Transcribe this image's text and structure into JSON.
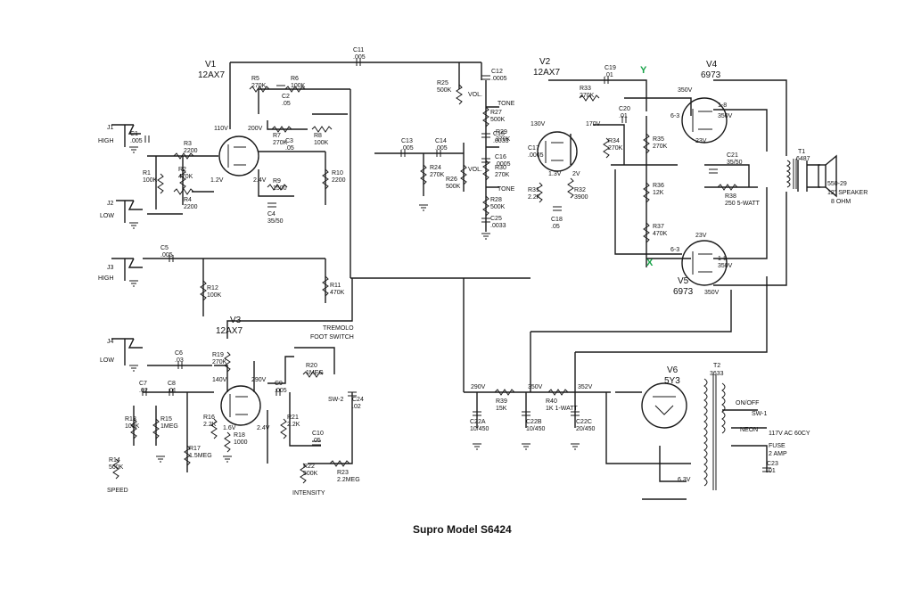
{
  "diagram": {
    "caption": "Supro Model S6424",
    "tubes": [
      {
        "id": "v1",
        "name": "V1",
        "type": "12AX7"
      },
      {
        "id": "v2",
        "name": "V2",
        "type": "12AX7"
      },
      {
        "id": "v3",
        "name": "V3",
        "type": "12AX7"
      },
      {
        "id": "v4",
        "name": "V4",
        "type": "6973"
      },
      {
        "id": "v5",
        "name": "V5",
        "type": "6973"
      },
      {
        "id": "v6",
        "name": "V6",
        "type": "5Y3"
      }
    ],
    "inputs": [
      {
        "id": "j1",
        "label": "J1",
        "mode": "HIGH"
      },
      {
        "id": "j2",
        "label": "J2",
        "mode": "LOW"
      },
      {
        "id": "j3",
        "label": "J3",
        "mode": "HIGH"
      },
      {
        "id": "j4",
        "label": "J4",
        "mode": "LOW"
      }
    ],
    "markers": {
      "x": "X",
      "y": "Y"
    },
    "controls": {
      "vol": "VOL.",
      "tone": "TONE",
      "tremolo": "TREMOLO",
      "foot_switch": "FOOT SWITCH",
      "speed": "SPEED",
      "intensity": "INTENSITY",
      "on_off": "ON/OFF",
      "sw1": "SW-1",
      "sw2": "SW-2",
      "neon": "NEON",
      "ac": "117V AC 60CY",
      "fuse": "FUSE",
      "fuse_rating": "2 AMP",
      "heater": "6.3V"
    },
    "speaker": {
      "t1": "T1",
      "t1_part": "6487",
      "part": "550-29",
      "size": "12\" SPEAKER",
      "impedance": "8 OHM"
    },
    "transformer": {
      "t2": "T2",
      "t2_part": "3633"
    },
    "voltages": {
      "v1_110": "110V",
      "v1_200": "200V",
      "v1_24": "2.4V",
      "v1_12": "1.2V",
      "v2_130": "130V",
      "v2_170": "170V",
      "v2_13": "1.3V",
      "v2_2": "2V",
      "v3_140": "140V",
      "v3_290": "290V",
      "v3_16": "1.6V",
      "v3_24": "2.4V",
      "v4_350a": "350V",
      "v4_350b": "350V",
      "v4_23": "23V",
      "v5_23": "23V",
      "v5_350a": "350V",
      "v5_350b": "350V",
      "ps_290": "290V",
      "ps_350": "350V",
      "ps_352": "352V",
      "pin6_3a": "6-3",
      "pin6_3b": "6-3",
      "pin1_8a": "1-8",
      "pin1_8b": "1-8"
    },
    "components": [
      {
        "k": "r1",
        "n": "R1",
        "v": "100K"
      },
      {
        "k": "r2",
        "n": "R2",
        "v": "470K"
      },
      {
        "k": "r3",
        "n": "R3",
        "v": "2200"
      },
      {
        "k": "r4",
        "n": "R4",
        "v": "2200"
      },
      {
        "k": "r5",
        "n": "R5",
        "v": "270K"
      },
      {
        "k": "r6",
        "n": "R6",
        "v": "100K"
      },
      {
        "k": "r7",
        "n": "R7",
        "v": "270K"
      },
      {
        "k": "r8",
        "n": "R8",
        "v": "100K"
      },
      {
        "k": "r9",
        "n": "R9",
        "v": "1500"
      },
      {
        "k": "r10",
        "n": "R10",
        "v": "2200"
      },
      {
        "k": "r11",
        "n": "R11",
        "v": "470K"
      },
      {
        "k": "r12",
        "n": "R12",
        "v": "100K"
      },
      {
        "k": "r13",
        "n": "R13",
        "v": "100K"
      },
      {
        "k": "r14",
        "n": "R14",
        "v": "500K"
      },
      {
        "k": "r15",
        "n": "R15",
        "v": "1MEG"
      },
      {
        "k": "r16",
        "n": "R16",
        "v": "2.2K"
      },
      {
        "k": "r17",
        "n": "R17",
        "v": "1.5MEG"
      },
      {
        "k": "r18",
        "n": "R18",
        "v": "1000"
      },
      {
        "k": "r19",
        "n": "R19",
        "v": "270K"
      },
      {
        "k": "r20",
        "n": "R20",
        "v": "1MEG"
      },
      {
        "k": "r21",
        "n": "R21",
        "v": "2.2K"
      },
      {
        "k": "r22",
        "n": "R22",
        "v": "500K"
      },
      {
        "k": "r23",
        "n": "R23",
        "v": "2.2MEG"
      },
      {
        "k": "r24",
        "n": "R24",
        "v": "270K"
      },
      {
        "k": "r25",
        "n": "R25",
        "v": "500K"
      },
      {
        "k": "r26",
        "n": "R26",
        "v": "500K"
      },
      {
        "k": "r27",
        "n": "R27",
        "v": "500K"
      },
      {
        "k": "r28",
        "n": "R28",
        "v": "500K"
      },
      {
        "k": "r29",
        "n": "R29",
        "v": "270K"
      },
      {
        "k": "r30",
        "n": "R30",
        "v": "270K"
      },
      {
        "k": "r31",
        "n": "R31",
        "v": "2.2K"
      },
      {
        "k": "r32",
        "n": "R32",
        "v": "3900"
      },
      {
        "k": "r33",
        "n": "R33",
        "v": "270K"
      },
      {
        "k": "r34",
        "n": "R34",
        "v": "270K"
      },
      {
        "k": "r35",
        "n": "R35",
        "v": "270K"
      },
      {
        "k": "r36",
        "n": "R36",
        "v": "12K"
      },
      {
        "k": "r37",
        "n": "R37",
        "v": "470K"
      },
      {
        "k": "r38",
        "n": "R38",
        "v": "250 5-WATT"
      },
      {
        "k": "r39",
        "n": "R39",
        "v": "15K"
      },
      {
        "k": "r40",
        "n": "R40",
        "v": "1K 1-WATT"
      },
      {
        "k": "c1",
        "n": "C1",
        "v": ".005"
      },
      {
        "k": "c2",
        "n": "C2",
        "v": ".05"
      },
      {
        "k": "c3",
        "n": "C3",
        "v": ".05"
      },
      {
        "k": "c4",
        "n": "C4",
        "v": "35/50"
      },
      {
        "k": "c5",
        "n": "C5",
        "v": ".005"
      },
      {
        "k": "c6",
        "n": "C6",
        "v": ".03"
      },
      {
        "k": "c7",
        "n": "C7",
        "v": ".02"
      },
      {
        "k": "c8",
        "n": "C8",
        "v": ".01"
      },
      {
        "k": "c9",
        "n": "C9",
        "v": ".005"
      },
      {
        "k": "c10",
        "n": "C10",
        "v": ".05"
      },
      {
        "k": "c11",
        "n": "C11",
        "v": ".005"
      },
      {
        "k": "c12",
        "n": "C12",
        "v": ".0005"
      },
      {
        "k": "c13",
        "n": "C13",
        "v": ".005"
      },
      {
        "k": "c14",
        "n": "C14",
        "v": ".005"
      },
      {
        "k": "c15",
        "n": "C15",
        "v": ".0033"
      },
      {
        "k": "c16",
        "n": "C16",
        "v": ".0005"
      },
      {
        "k": "c17",
        "n": "C17",
        "v": ".0005"
      },
      {
        "k": "c18",
        "n": "C18",
        "v": ".05"
      },
      {
        "k": "c19",
        "n": "C19",
        "v": ".01"
      },
      {
        "k": "c20",
        "n": "C20",
        "v": ".01"
      },
      {
        "k": "c21",
        "n": "C21",
        "v": "35/50"
      },
      {
        "k": "c22a",
        "n": "C22A",
        "v": "10/450"
      },
      {
        "k": "c22b",
        "n": "C22B",
        "v": "10/450"
      },
      {
        "k": "c22c",
        "n": "C22C",
        "v": "20/450"
      },
      {
        "k": "c23",
        "n": "C23",
        "v": ".01"
      },
      {
        "k": "c24",
        "n": "C24",
        "v": ".02"
      },
      {
        "k": "c25",
        "n": "C25",
        "v": ".0033"
      }
    ]
  }
}
